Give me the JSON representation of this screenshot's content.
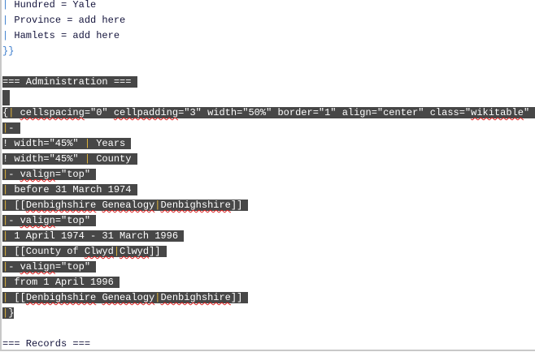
{
  "editor": {
    "colors": {
      "selection": "#474747",
      "pipe": "#3a7ccc",
      "pipe_selected": "#e0b43c",
      "text": "#14143c",
      "spellcheck": "#e02020"
    },
    "lines": [
      {
        "selected": false,
        "segments": [
          [
            "|",
            "p"
          ],
          [
            " Hundred = Yale",
            ""
          ]
        ]
      },
      {
        "selected": false,
        "segments": [
          [
            "|",
            "p"
          ],
          [
            " Province = add here",
            ""
          ]
        ]
      },
      {
        "selected": false,
        "segments": [
          [
            "|",
            "p"
          ],
          [
            " Hamlets = add here",
            ""
          ]
        ]
      },
      {
        "selected": false,
        "segments": [
          [
            "}}",
            "p"
          ]
        ]
      },
      {
        "selected": false,
        "segments": []
      },
      {
        "selected": true,
        "segments": [
          [
            "=== Administration === ",
            ""
          ]
        ]
      },
      {
        "selected": true,
        "segments": []
      },
      {
        "selected": true,
        "segments": [
          [
            "{",
            ""
          ],
          [
            "|",
            "p"
          ],
          [
            " ",
            ""
          ],
          [
            "cellspacing",
            "s"
          ],
          [
            "=\"0\" ",
            ""
          ],
          [
            "cellpadding",
            "s"
          ],
          [
            "=\"3\" width=\"50%\" border=\"1\" align=\"center\" class=\"",
            ""
          ],
          [
            "wikitable",
            "s"
          ],
          [
            "\" ",
            ""
          ]
        ]
      },
      {
        "selected": true,
        "segments": [
          [
            "|",
            "p"
          ],
          [
            "- ",
            ""
          ]
        ]
      },
      {
        "selected": true,
        "segments": [
          [
            "! width=\"45%\" ",
            ""
          ],
          [
            "|",
            "p"
          ],
          [
            " Years ",
            ""
          ]
        ]
      },
      {
        "selected": true,
        "segments": [
          [
            "! width=\"45%\" ",
            ""
          ],
          [
            "|",
            "p"
          ],
          [
            " County ",
            ""
          ]
        ]
      },
      {
        "selected": true,
        "segments": [
          [
            "|",
            "p"
          ],
          [
            "- ",
            ""
          ],
          [
            "valign",
            "s"
          ],
          [
            "=\"top\" ",
            ""
          ]
        ]
      },
      {
        "selected": true,
        "segments": [
          [
            "|",
            "p"
          ],
          [
            " before 31 March 1974 ",
            ""
          ]
        ]
      },
      {
        "selected": true,
        "segments": [
          [
            "|",
            "p"
          ],
          [
            " [[",
            ""
          ],
          [
            "Denbighshire",
            "s"
          ],
          [
            " ",
            ""
          ],
          [
            "Genealogy",
            "s"
          ],
          [
            "|",
            "p"
          ],
          [
            "Denbighshire",
            "s"
          ],
          [
            "]] ",
            ""
          ]
        ]
      },
      {
        "selected": true,
        "segments": [
          [
            "|",
            "p"
          ],
          [
            "- ",
            ""
          ],
          [
            "valign",
            "s"
          ],
          [
            "=\"top\" ",
            ""
          ]
        ]
      },
      {
        "selected": true,
        "segments": [
          [
            "|",
            "p"
          ],
          [
            " 1 April 1974 - 31 March 1996 ",
            ""
          ]
        ]
      },
      {
        "selected": true,
        "segments": [
          [
            "|",
            "p"
          ],
          [
            " [[County of ",
            ""
          ],
          [
            "Clwyd",
            "s"
          ],
          [
            "|",
            "p"
          ],
          [
            "Clwyd",
            "s"
          ],
          [
            "]] ",
            ""
          ]
        ]
      },
      {
        "selected": true,
        "segments": [
          [
            "|",
            "p"
          ],
          [
            "- ",
            ""
          ],
          [
            "valign",
            "s"
          ],
          [
            "=\"top\" ",
            ""
          ]
        ]
      },
      {
        "selected": true,
        "segments": [
          [
            "|",
            "p"
          ],
          [
            " from 1 April 1996 ",
            ""
          ]
        ]
      },
      {
        "selected": true,
        "segments": [
          [
            "|",
            "p"
          ],
          [
            " [[",
            ""
          ],
          [
            "Denbighshire",
            "s"
          ],
          [
            " ",
            ""
          ],
          [
            "Genealogy",
            "s"
          ],
          [
            "|",
            "p"
          ],
          [
            "Denbighshire",
            "s"
          ],
          [
            "]] ",
            ""
          ]
        ]
      },
      {
        "selected": true,
        "segments": [
          [
            "|",
            "p"
          ],
          [
            "}",
            ""
          ]
        ]
      },
      {
        "selected": false,
        "segments": []
      },
      {
        "selected": false,
        "segments": [
          [
            "=== Records ===",
            ""
          ]
        ]
      }
    ]
  }
}
